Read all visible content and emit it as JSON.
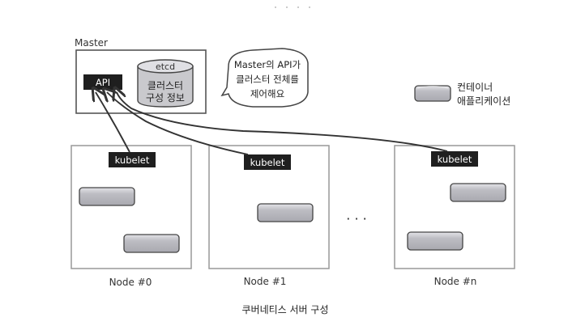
{
  "master": {
    "label": "Master",
    "api": "API",
    "etcd": "etcd",
    "cluster_info": [
      "클러스터",
      "구성 정보"
    ]
  },
  "bubble": {
    "lines": [
      "Master의 API가",
      "클러스터 전체를",
      "제어해요"
    ]
  },
  "legend": {
    "lines": [
      "컨테이너",
      "애플리케이션"
    ]
  },
  "nodes": [
    {
      "label": "Node #0",
      "kubelet": "kubelet"
    },
    {
      "label": "Node #1",
      "kubelet": "kubelet"
    },
    {
      "label": "Node #n",
      "kubelet": "kubelet"
    }
  ],
  "ellipsis": "· · ·",
  "caption": "쿠버네티스 서버 구성",
  "colors": {
    "dark_label": "#1f1f1f",
    "container_fill": "#b9b9bf",
    "container_top": "#d9d9dd",
    "etcd_fill": "#c9c9cd",
    "border": "#555555"
  }
}
